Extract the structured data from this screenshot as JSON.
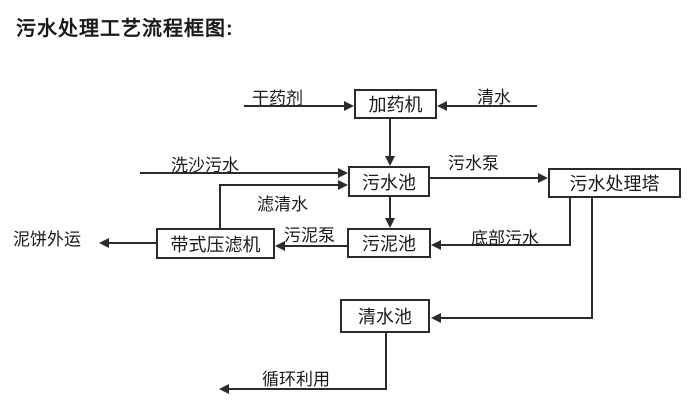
{
  "page": {
    "title": "污水处理工艺流程框图:"
  },
  "colors": {
    "line": "#2b2b2b",
    "text": "#1a1a1a",
    "background": "#ffffff"
  },
  "diagram": {
    "nodes": {
      "dosing_machine": {
        "label": "加药机"
      },
      "sewage_pool": {
        "label": "污水池"
      },
      "treatment_tower": {
        "label": "污水处理塔"
      },
      "sludge_pool": {
        "label": "污泥池"
      },
      "belt_filter_press": {
        "label": "带式压滤机"
      },
      "clean_water_pool": {
        "label": "清水池"
      }
    },
    "edge_labels": {
      "dry_chemical": "干药剂",
      "clean_water_in": "清水",
      "sand_washing_sewage": "洗沙污水",
      "sewage_pump": "污水泵",
      "filtered_water": "滤清水",
      "sludge_pump": "污泥泵",
      "bottom_sewage": "底部污水",
      "mud_cake_out": "泥饼外运",
      "recycle_use": "循环利用"
    },
    "edges": [
      {
        "from": "external",
        "to": "dosing_machine",
        "label": "干药剂"
      },
      {
        "from": "external",
        "to": "dosing_machine",
        "label": "清水"
      },
      {
        "from": "dosing_machine",
        "to": "sewage_pool",
        "label": ""
      },
      {
        "from": "external",
        "to": "sewage_pool",
        "label": "洗沙污水"
      },
      {
        "from": "belt_filter_press",
        "to": "sewage_pool",
        "label": "滤清水"
      },
      {
        "from": "sewage_pool",
        "to": "treatment_tower",
        "label": "污水泵"
      },
      {
        "from": "sewage_pool",
        "to": "sludge_pool",
        "label": ""
      },
      {
        "from": "treatment_tower",
        "to": "sludge_pool",
        "label": "底部污水"
      },
      {
        "from": "sludge_pool",
        "to": "belt_filter_press",
        "label": "污泥泵"
      },
      {
        "from": "belt_filter_press",
        "to": "external",
        "label": "泥饼外运"
      },
      {
        "from": "treatment_tower",
        "to": "clean_water_pool",
        "label": ""
      },
      {
        "from": "clean_water_pool",
        "to": "external",
        "label": "循环利用"
      }
    ]
  }
}
